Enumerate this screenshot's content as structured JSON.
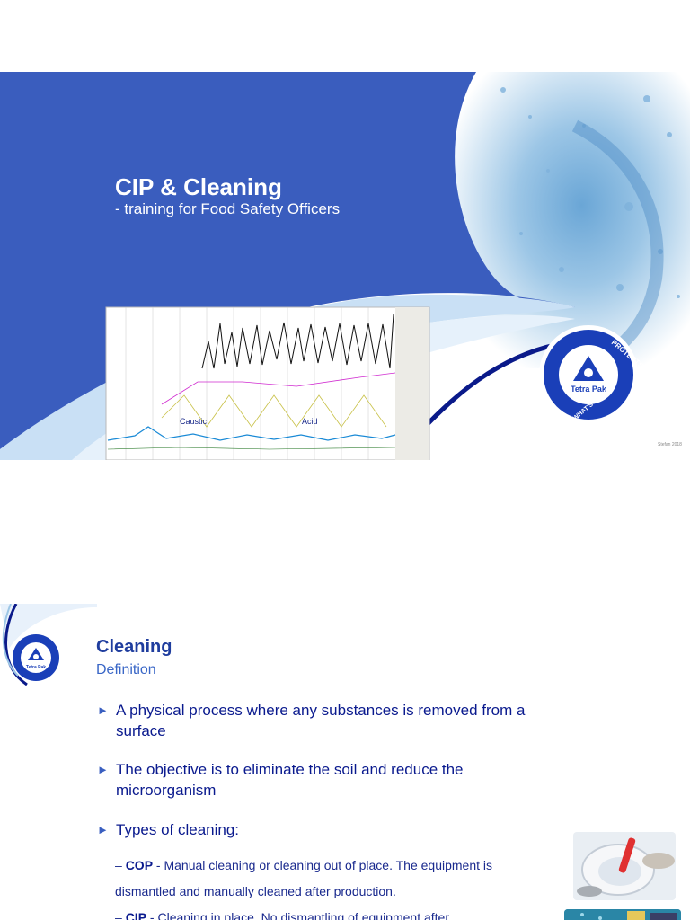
{
  "slide1": {
    "title": "CIP & Cleaning",
    "subtitle": "- training for Food Safety Officers",
    "chart_label_caustic": "Caustic",
    "chart_label_acid": "Acid",
    "logo_text": "Tetra Pak",
    "logo_ring_top": "PROTECTS",
    "logo_ring_bottom": "WHAT'S GOOD",
    "footer_note": "Stefan 2018",
    "colors": {
      "blue": "#3a5dbe",
      "accent": "#0a1a8a"
    }
  },
  "slide2": {
    "title": "Cleaning",
    "subtitle": "Definition",
    "logo_text": "Tetra Pak",
    "bullets": [
      "A physical process where any substances is removed from a surface",
      "The objective is to eliminate the soil and reduce the microorganism",
      "Types of cleaning:"
    ],
    "sub_items": [
      {
        "term": "COP",
        "text": " - Manual cleaning or cleaning out of place. The equipment is dismantled and manually cleaned after production."
      },
      {
        "term": "CIP",
        "text": " - Cleaning in place. No dismantling of equipment after"
      }
    ]
  }
}
